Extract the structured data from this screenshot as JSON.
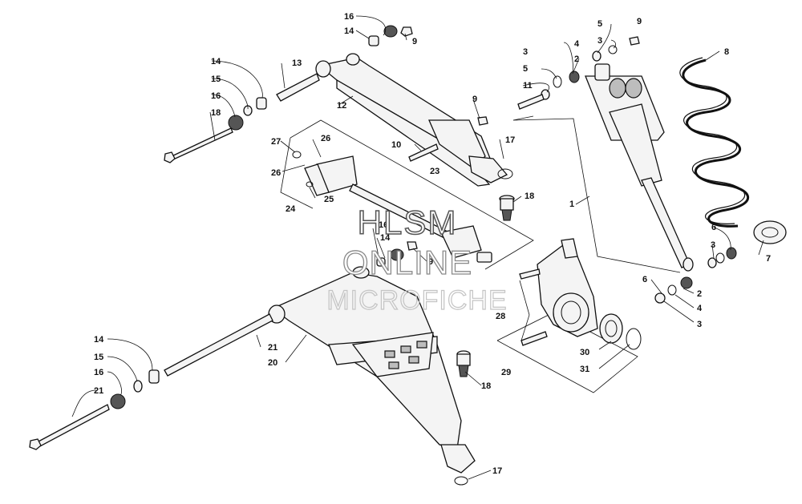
{
  "watermark": {
    "line1": "HLSM",
    "line2": "ONLINE",
    "line3": "MICROFICHE"
  },
  "callouts": {
    "c1": "1",
    "c2a": "2",
    "c2b": "2",
    "c3a": "3",
    "c3b": "3",
    "c3c": "3",
    "c3d": "3",
    "c4a": "4",
    "c4b": "4",
    "c5a": "5",
    "c5b": "5",
    "c6a": "6",
    "c6b": "6",
    "c7": "7",
    "c8": "8",
    "c9a": "9",
    "c9b": "9",
    "c9c": "9",
    "c9d": "9",
    "c10": "10",
    "c11": "11",
    "c12": "12",
    "c13": "13",
    "c14a": "14",
    "c14b": "14",
    "c14c": "14",
    "c14d": "14",
    "c15a": "15",
    "c15b": "15",
    "c16a": "16",
    "c16b": "16",
    "c16c": "16",
    "c16d": "16",
    "c17a": "17",
    "c17b": "17",
    "c18a": "18",
    "c18b": "18",
    "c18c": "18",
    "c20": "20",
    "c21a": "21",
    "c21b": "21",
    "c23": "23",
    "c24": "24",
    "c25": "25",
    "c26a": "26",
    "c26b": "26",
    "c27": "27",
    "c28": "28",
    "c29": "29",
    "c30": "30",
    "c31": "31"
  }
}
